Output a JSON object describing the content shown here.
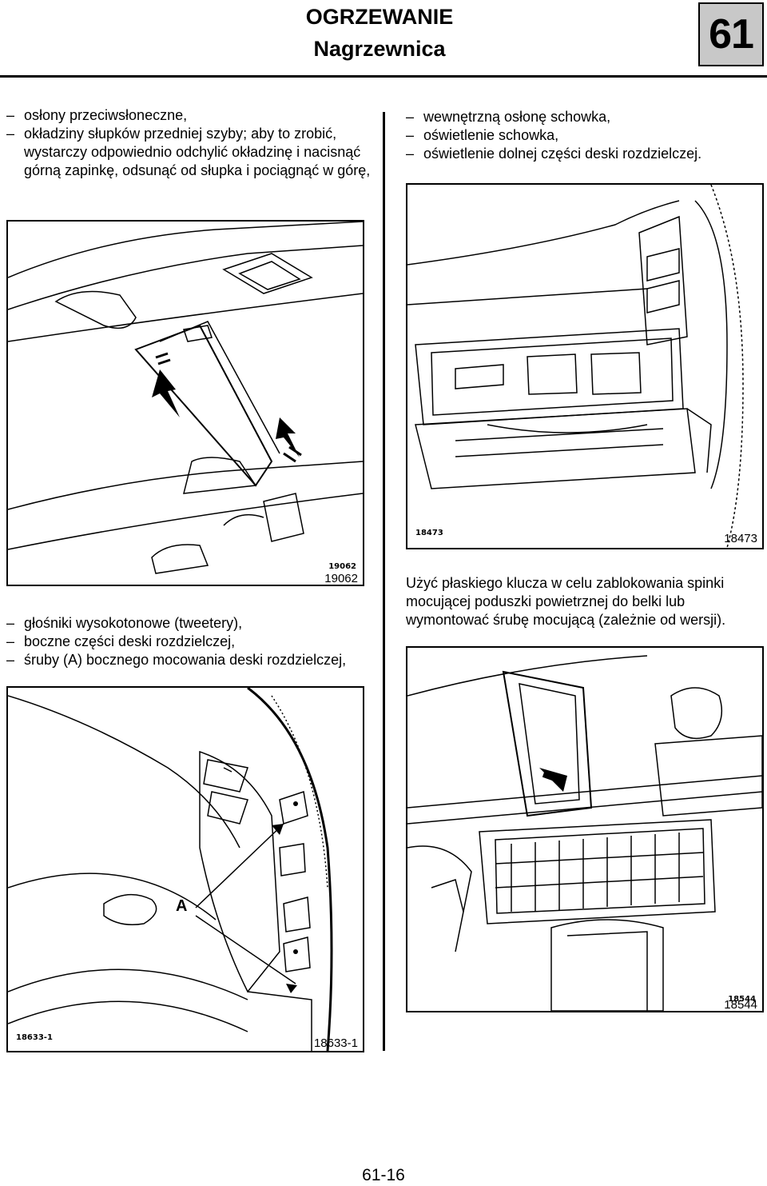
{
  "header": {
    "title": "OGRZEWANIE",
    "subtitle": "Nagrzewnica",
    "chapter": "61"
  },
  "left_top": {
    "items": [
      "osłony przeciwsłoneczne,",
      "okładziny słupków przedniej szyby; aby to zrobić, wystarczy odpowiednio odchylić okładzinę i nacisnąć górną zapinkę, odsunąć od słupka i pociągnąć w górę,"
    ]
  },
  "right_top": {
    "items": [
      "wewnętrzną osłonę schowka,",
      "oświetlenie schowka,",
      "oświetlenie dolnej części deski rozdzielczej."
    ]
  },
  "left_bottom": {
    "items": [
      "głośniki wysokotonowe (tweetery),",
      "boczne części deski rozdzielczej,",
      "śruby (A) bocznego mocowania deski rozdzielczej,"
    ]
  },
  "right_bottom": {
    "text": "Użyć płaskiego klucza w celu zablokowania spinki mocującej poduszki powietrznej do belki lub wymontować śrubę mocującą (zależnie od wersji)."
  },
  "figures": {
    "fig1": {
      "code": "19062",
      "number": "19062"
    },
    "fig2": {
      "code": "18473",
      "number": "18473"
    },
    "fig3": {
      "code": "18633-1",
      "number": "18633-1",
      "label_a": "A"
    },
    "fig4": {
      "code": "18544",
      "number": "18544"
    }
  },
  "footer": {
    "page": "61-16"
  }
}
